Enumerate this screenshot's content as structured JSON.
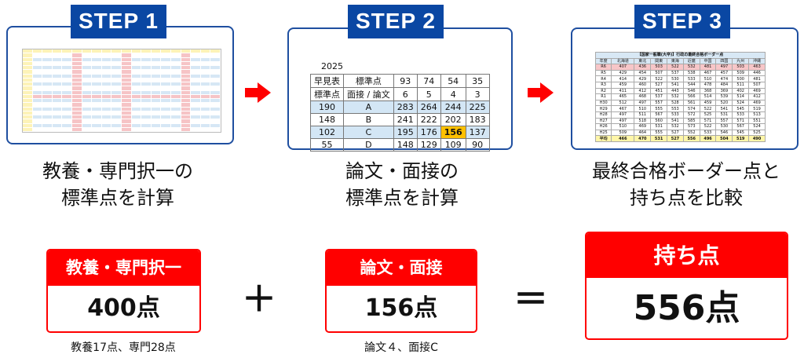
{
  "steps": [
    {
      "badge": "STEP 1",
      "caption": [
        "教養・専門択一の",
        "標準点を計算"
      ]
    },
    {
      "badge": "STEP 2",
      "caption": [
        "論文・面接の",
        "標準点を計算"
      ]
    },
    {
      "badge": "STEP 3",
      "caption": [
        "最終合格ボーダー点と",
        "持ち点を比較"
      ]
    }
  ],
  "step2_table": {
    "year": "2025",
    "rows": [
      [
        "早見表",
        "標準点",
        "93",
        "74",
        "54",
        "35"
      ],
      [
        "標準点",
        "面接 / 論文",
        "6",
        "5",
        "4",
        "3"
      ],
      [
        "190",
        "A",
        "283",
        "264",
        "244",
        "225"
      ],
      [
        "148",
        "B",
        "241",
        "222",
        "202",
        "183"
      ],
      [
        "102",
        "C",
        "195",
        "176",
        "156",
        "137"
      ],
      [
        "55",
        "D",
        "148",
        "129",
        "109",
        "90"
      ]
    ],
    "highlight": "156"
  },
  "step3_table": {
    "title": "【国家一般職(大卒)】行政の最終合格ボーダー点",
    "header": [
      "年度",
      "北海道",
      "東北",
      "関東",
      "東海",
      "近畿",
      "中国",
      "四国",
      "九州",
      "沖縄"
    ],
    "rows": [
      [
        "R6",
        "407",
        "436",
        "503",
        "522",
        "532",
        "481",
        "497",
        "503",
        "463"
      ],
      [
        "R5",
        "429",
        "454",
        "507",
        "537",
        "538",
        "467",
        "457",
        "509",
        "446"
      ],
      [
        "R4",
        "414",
        "429",
        "522",
        "530",
        "533",
        "510",
        "474",
        "500",
        "481"
      ],
      [
        "R3",
        "459",
        "460",
        "527",
        "541",
        "544",
        "478",
        "484",
        "511",
        "507"
      ],
      [
        "R2",
        "411",
        "412",
        "451",
        "443",
        "546",
        "368",
        "369",
        "402",
        "469"
      ],
      [
        "R1",
        "465",
        "468",
        "537",
        "532",
        "566",
        "514",
        "539",
        "514",
        "412"
      ],
      [
        "H30",
        "512",
        "497",
        "557",
        "528",
        "561",
        "459",
        "520",
        "524",
        "469"
      ],
      [
        "H29",
        "467",
        "510",
        "555",
        "553",
        "574",
        "522",
        "541",
        "545",
        "519"
      ],
      [
        "H28",
        "497",
        "511",
        "567",
        "533",
        "572",
        "525",
        "531",
        "533",
        "513"
      ],
      [
        "H27",
        "497",
        "518",
        "560",
        "541",
        "585",
        "571",
        "557",
        "571",
        "551"
      ],
      [
        "H26",
        "510",
        "469",
        "531",
        "532",
        "573",
        "522",
        "530",
        "567",
        "524"
      ],
      [
        "H25",
        "509",
        "464",
        "555",
        "527",
        "552",
        "533",
        "546",
        "545",
        "525"
      ]
    ],
    "avg": [
      "平均",
      "466",
      "470",
      "531",
      "527",
      "556",
      "496",
      "504",
      "519",
      "490"
    ]
  },
  "boxes": [
    {
      "label": "教養・専門択一",
      "value": "400点",
      "note": "教養17点、専門28点"
    },
    {
      "label": "論文・面接",
      "value": "156点",
      "note": "論文４、面接C"
    },
    {
      "label": "持ち点",
      "value": "556点"
    }
  ],
  "ops": {
    "plus": "＋",
    "equals": "＝"
  },
  "colors": {
    "blue": "#0a47a3",
    "red": "#ff0000",
    "highlight": "#ffc000"
  }
}
